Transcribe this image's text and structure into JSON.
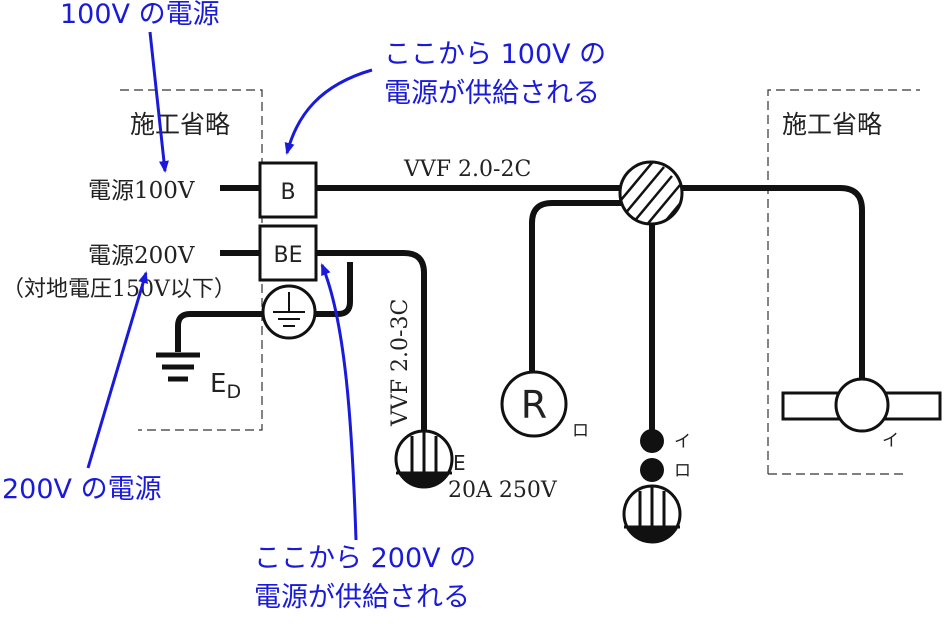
{
  "colors": {
    "ink": "#111111",
    "annotation": "#1a1adb",
    "background": "#ffffff"
  },
  "annotations": {
    "source_100v": "100V の電源",
    "source_200v": "200V の電源",
    "supply_100v_line1": "ここから 100V の",
    "supply_100v_line2": "電源が供給される",
    "supply_200v_line1": "ここから 200V の",
    "supply_200v_line2": "電源が供給される"
  },
  "areas": {
    "omitted_left": "施工省略",
    "omitted_right": "施工省略"
  },
  "sources": {
    "power_100v": "電源100V",
    "power_200v": "電源200V",
    "power_200v_note": "（対地電圧150V以下）"
  },
  "devices": {
    "breaker_b": "B",
    "breaker_be": "BE",
    "ground_label": "E",
    "ground_subscript": "D",
    "receptacle_ground_mark": "E",
    "receptacle_rating": "20A 250V",
    "fixture_r": "R",
    "fixture_r_tag": "ロ",
    "switch_i": "イ",
    "switch_ro": "ロ",
    "pendant_tag": "イ"
  },
  "cables": {
    "cable_100v": "VVF 2.0-2C",
    "cable_200v": "VVF 2.0-3C"
  },
  "icons": [
    "earth-terminal-icon",
    "ground-icon",
    "junction-box-icon",
    "arrow-icon"
  ]
}
